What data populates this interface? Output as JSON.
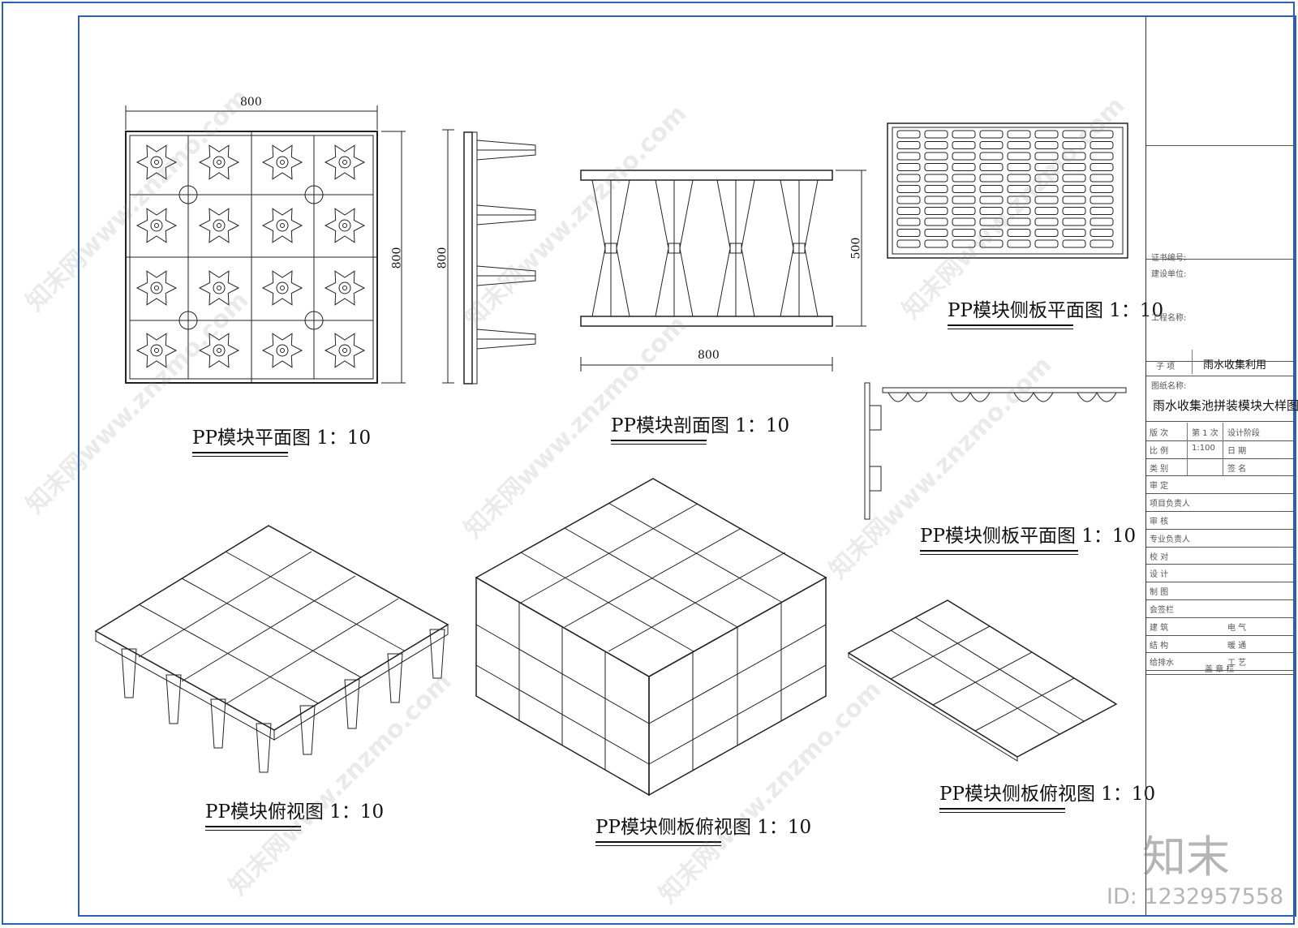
{
  "captions": {
    "plan": "PP模块平面图 1：10",
    "section": "PP模块剖面图 1：10",
    "side_plan_top": "PP模块侧板平面图 1：10",
    "side_plan_bottom": "PP模块侧板平面图 1：10",
    "top_view": "PP模块俯视图 1：10",
    "side_top_view_center": "PP模块侧板俯视图 1：10",
    "side_top_view_right": "PP模块侧板俯视图 1：10"
  },
  "dimensions": {
    "plan_width": "800",
    "plan_height": "800",
    "profile_height": "800",
    "section_height": "500",
    "section_width": "800"
  },
  "title_block": {
    "cert_no": "证书编号:",
    "client": "建设单位:",
    "project": "工程名称:",
    "sub_item_label": "子  项",
    "sub_item_value": "雨水收集利用",
    "drawing_name_label": "图纸名称:",
    "drawing_name_value": "雨水收集池拼装模块大样图",
    "rows": [
      {
        "a": "版  次",
        "b": "第 1 次",
        "c": "设计阶段"
      },
      {
        "a": "比  例",
        "b": "1:100",
        "c": "日  期"
      },
      {
        "a": "类  别",
        "b": "",
        "c": "签  名"
      },
      {
        "a": "审  定",
        "b": "",
        "c": ""
      },
      {
        "a": "项目负责人",
        "b": "",
        "c": ""
      },
      {
        "a": "审  核",
        "b": "",
        "c": ""
      },
      {
        "a": "专业负责人",
        "b": "",
        "c": ""
      },
      {
        "a": "校  对",
        "b": "",
        "c": ""
      },
      {
        "a": "设  计",
        "b": "",
        "c": ""
      },
      {
        "a": "制  图",
        "b": "",
        "c": ""
      },
      {
        "a": "会签栏",
        "b": "",
        "c": ""
      },
      {
        "a": "建  筑",
        "b": "",
        "c": "电  气"
      },
      {
        "a": "结  构",
        "b": "",
        "c": "暖  通"
      },
      {
        "a": "给排水",
        "b": "",
        "c": "工  艺"
      }
    ],
    "seal": "盖  章  栏"
  },
  "watermark": {
    "text": "知末网www.znzmo.com",
    "logo": "知末",
    "id": "ID: 1232957558"
  }
}
